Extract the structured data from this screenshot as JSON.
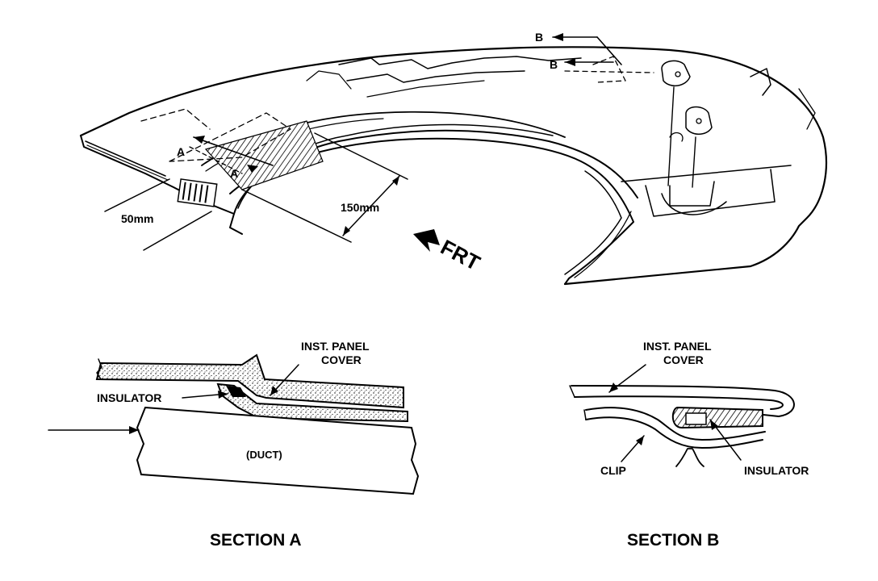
{
  "labels": {
    "section_a_title": "SECTION A",
    "section_b_title": "SECTION B",
    "dim_50": "50mm",
    "dim_150": "150mm",
    "frt": "FRT",
    "a_upper": "A",
    "a_lower": "A",
    "b_upper": "B",
    "b_lower": "B",
    "inst_panel_a_line1": "INST. PANEL",
    "inst_panel_a_line2": "COVER",
    "insulator_a": "INSULATOR",
    "duct": "(DUCT)",
    "inst_panel_b_line1": "INST. PANEL",
    "inst_panel_b_line2": "COVER",
    "clip": "CLIP",
    "insulator_b": "INSULATOR"
  }
}
